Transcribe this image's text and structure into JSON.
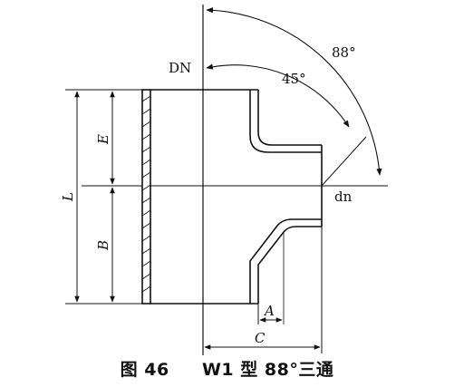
{
  "diagram": {
    "labels": {
      "dn_main": "DN",
      "dn_branch": "dn",
      "angle_small": "45°",
      "angle_large": "88°",
      "dim_L": "L",
      "dim_E": "E",
      "dim_B": "B",
      "dim_A": "A",
      "dim_C": "C"
    },
    "caption": {
      "figure_no": "图 46",
      "title": "W1 型 88°三通"
    }
  }
}
